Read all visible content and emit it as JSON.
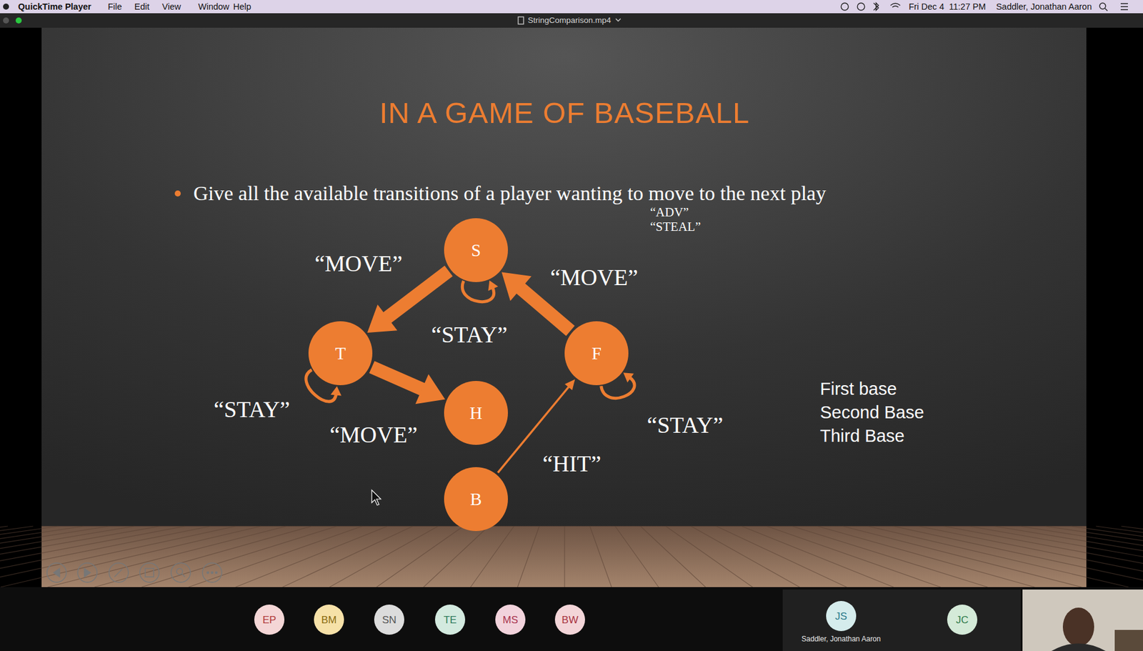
{
  "diagram": {
    "title": "IN A GAME OF BASEBALL",
    "nodes": [
      {
        "text": [
          "S"
        ]
      },
      {
        "text": [
          "T"
        ]
      },
      {
        "text": [
          "F"
        ]
      },
      {
        "text": [
          "H"
        ]
      },
      {
        "text": [
          "B"
        ]
      },
      {
        "text": [
          "EP"
        ]
      },
      {
        "text": [
          "BM"
        ]
      },
      {
        "text": [
          "SN"
        ]
      },
      {
        "text": [
          "TE"
        ]
      },
      {
        "text": [
          "MS"
        ]
      },
      {
        "text": [
          "BW"
        ]
      },
      {
        "text": [
          "JS",
          "Saddler, Jonathan Aaron"
        ]
      },
      {
        "text": [
          "JC"
        ]
      }
    ],
    "edges": [
      {
        "from": 0,
        "to": 1,
        "label": "“MOVE”",
        "arrow": "to"
      },
      {
        "from": 2,
        "to": 0,
        "label": "“MOVE”",
        "arrow": "to"
      },
      {
        "from": 1,
        "to": 3,
        "label": "“MOVE”",
        "arrow": "to"
      },
      {
        "from": 4,
        "to": 2,
        "label": "“HIT”",
        "arrow": "to"
      },
      {
        "from": 0,
        "to": 0,
        "label": "“STAY”",
        "arrow": "to"
      },
      {
        "from": 1,
        "to": 1,
        "label": "“STAY”",
        "arrow": "to"
      },
      {
        "from": 2,
        "to": 2,
        "label": "“STAY”",
        "arrow": "to"
      }
    ],
    "labels": [
      "QuickTime Player",
      "File",
      "Edit",
      "View",
      "Window",
      "Help",
      "Fri Dec 4  11:27 PM",
      "Saddler, Jonathan Aaron",
      "StringComparison.mp4",
      "Give all the available transitions of a player wanting to move to the next play",
      "“ADV”",
      "“STEAL”",
      "First base",
      "Second Base",
      "Third Base"
    ]
  }
}
